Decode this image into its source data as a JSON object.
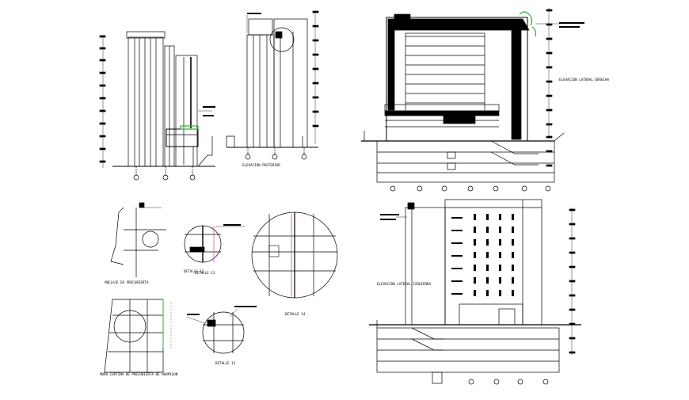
{
  "drawing": {
    "labels": {
      "elev_posterior": "ELEVACION POSTERIOR",
      "elev_lateral_derecha": "ELEVACION LATERAL DERECHA",
      "elev_lateral_izquierda": "ELEVACION LATERAL IZQUIERDA",
      "detalle_12": "DETALLE 12",
      "detalle_13": "DETALLE 13",
      "detalle_14": "DETALLE 14",
      "detalle_15": "DETALLE 15",
      "anclaje_precubierta": "ANCLAJE DE PRECUBIERTA",
      "muro_cortina": "MURO CORTINA DE PRECUBIERTA DE HORMIGON"
    },
    "colors": {
      "line": "#000000",
      "accent_green": "#2fae2f",
      "accent_magenta": "#d63cd6",
      "background": "#ffffff"
    }
  }
}
